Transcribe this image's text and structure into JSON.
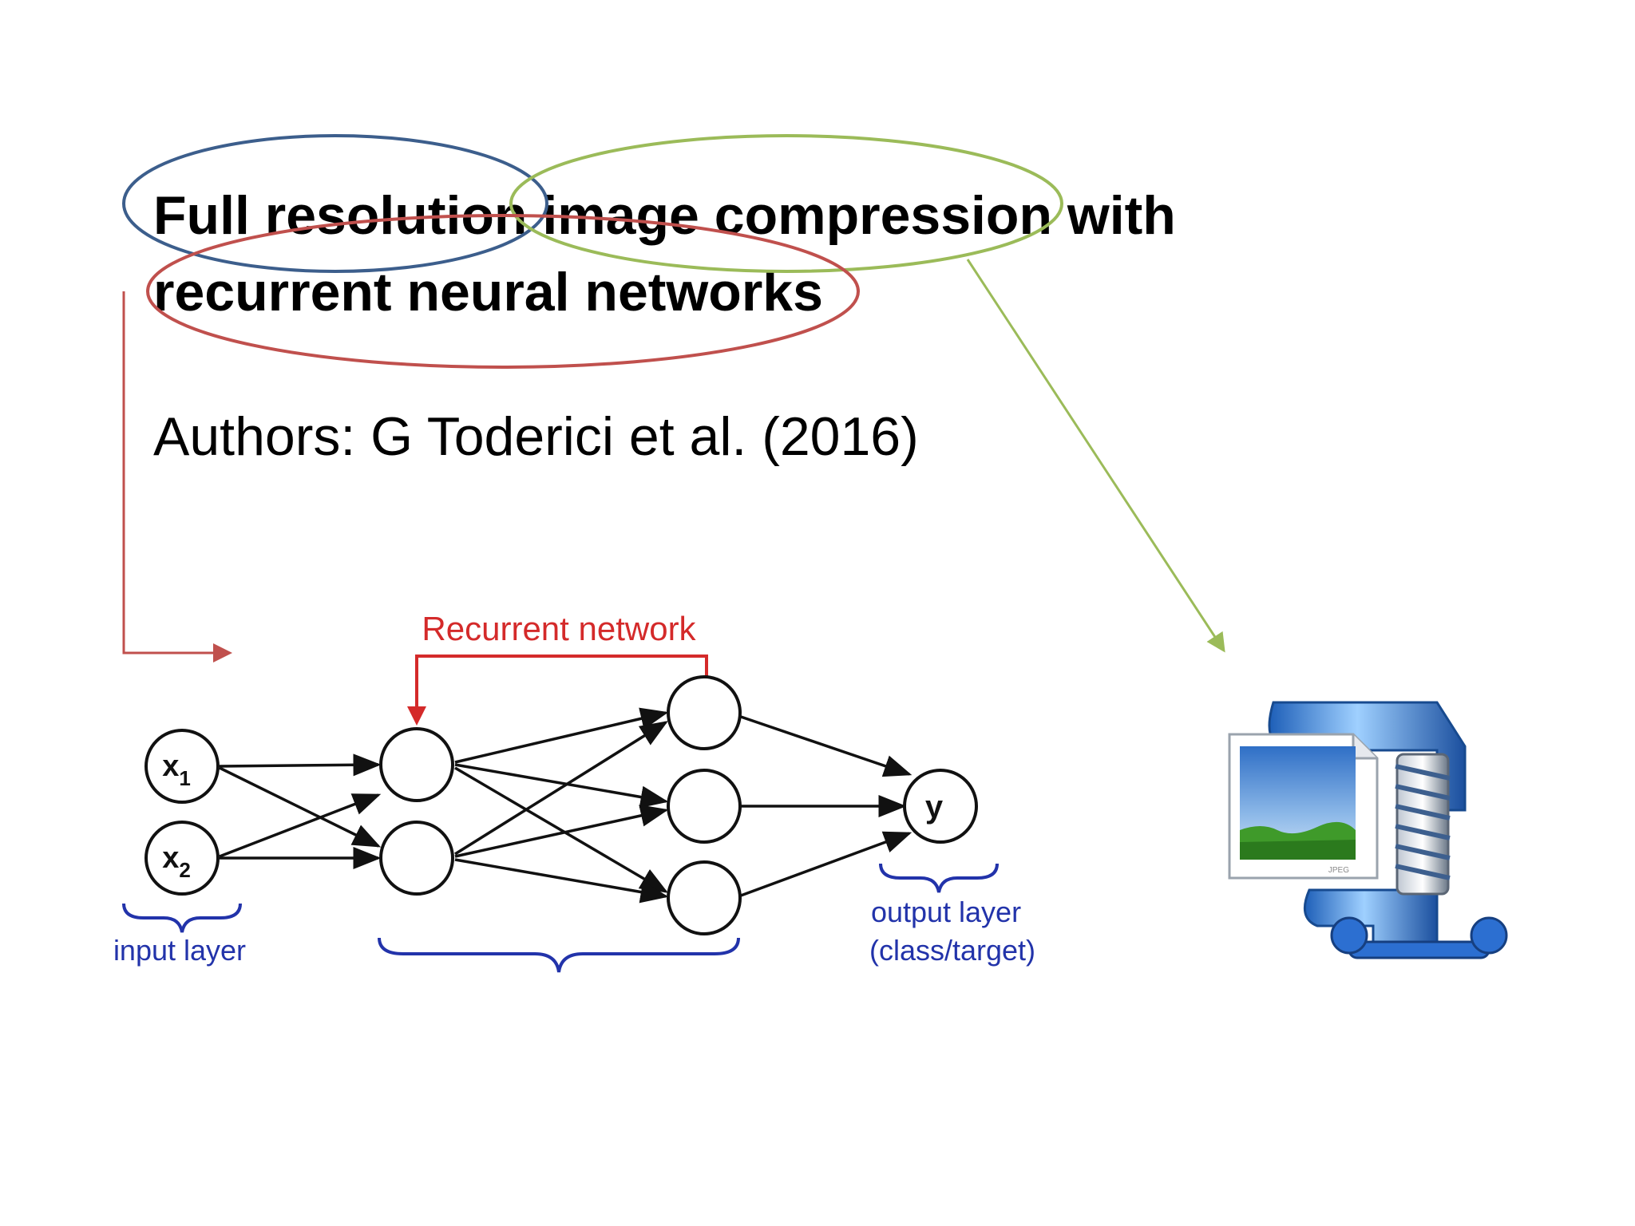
{
  "slide": {
    "title_line1": "Full resolution image compression with",
    "title_line2": "recurrent neural networks",
    "authors": "Authors: G Toderici et al. (2016)"
  },
  "diagram": {
    "feedback_label": "Recurrent network",
    "input_node_1": "x",
    "input_node_1_sub": "1",
    "input_node_2": "x",
    "input_node_2_sub": "2",
    "output_node": "y",
    "input_layer_label": "input layer",
    "output_layer_label_line1": "output layer",
    "output_layer_label_line2": "(class/target)"
  },
  "annotations": {
    "circle_blue_color": "#3c5e8c",
    "circle_green_color": "#9bbb59",
    "circle_red_color": "#c0504d",
    "diagram_red_color": "#d42a2a",
    "brace_color": "#2233aa"
  },
  "icon": {
    "name": "compressed-image-icon",
    "file_tag": "JPEG"
  }
}
